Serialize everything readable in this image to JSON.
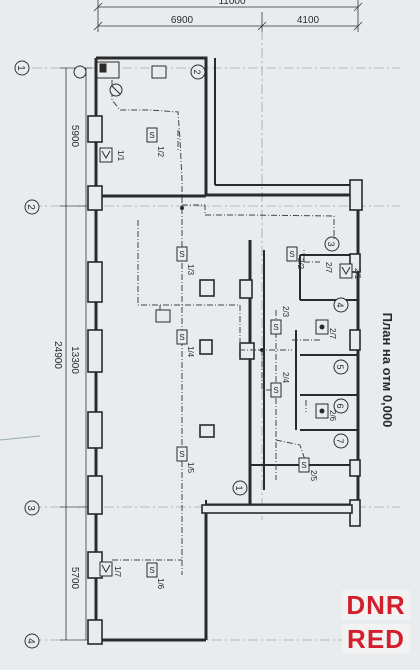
{
  "plan_title": "План на отм 0,000",
  "dimensions": {
    "top_total": "11000",
    "top_left": "6900",
    "top_right": "4100",
    "left_upper": "5900",
    "left_total": "24900",
    "left_middle": "13300",
    "left_lower": "5700"
  },
  "grid_axes": {
    "row_1": "1",
    "row_2": "2",
    "row_3": "3",
    "row_4": "4"
  },
  "room_numbers": {
    "r1": "1",
    "r2": "2",
    "r3": "3",
    "r4": "4",
    "r5": "5",
    "r6": "6",
    "r7": "7"
  },
  "fixture_labels": {
    "l1_1": "1/1",
    "l1_2": "1/2",
    "l1_3": "1/3",
    "l1_4": "1/4",
    "l1_5": "1/5",
    "l1_6": "1/6",
    "l1_7": "1/7",
    "l2_1": "2/1",
    "l2_2": "2/2",
    "l2_3": "2/3",
    "l2_4": "2/4",
    "l2_5": "2/5",
    "l2_6": "2/6",
    "l2_7": "2/7"
  },
  "watermark": {
    "line1": "DNR",
    "line2": "RED",
    "color": "#d21f2b"
  },
  "colors": {
    "paper": "#e9ecef",
    "wall": "#2a2a2a",
    "pipe": "#444444"
  }
}
